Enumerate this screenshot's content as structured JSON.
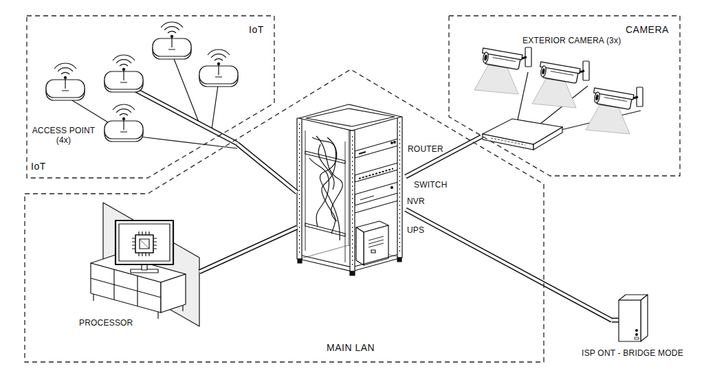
{
  "diagram": {
    "nodes": [
      {
        "text": [
          "IoT",
          "IoT"
        ]
      },
      {
        "text": [
          "ACCESS POINT (4x)"
        ],
        "in": 0
      },
      {
        "text": [
          "CAMERA"
        ]
      },
      {
        "text": [
          "EXTERIOR CAMERA (3x)"
        ],
        "in": 2
      },
      {
        "text": [
          "MAIN LAN"
        ]
      },
      {
        "text": [
          "ROUTER",
          "SWITCH",
          "NVR",
          "UPS"
        ],
        "in": 4
      },
      {
        "text": [
          "PROCESSOR"
        ],
        "in": 4
      },
      {
        "text": [
          "ISP ONT - BRIDGE MODE"
        ]
      }
    ],
    "edges": [
      {
        "from": 5,
        "to": 1,
        "arrow": "none"
      },
      {
        "from": 5,
        "to": 3,
        "arrow": "none"
      },
      {
        "from": 5,
        "to": 6,
        "arrow": "none"
      },
      {
        "from": 5,
        "to": 7,
        "arrow": "none"
      }
    ]
  }
}
